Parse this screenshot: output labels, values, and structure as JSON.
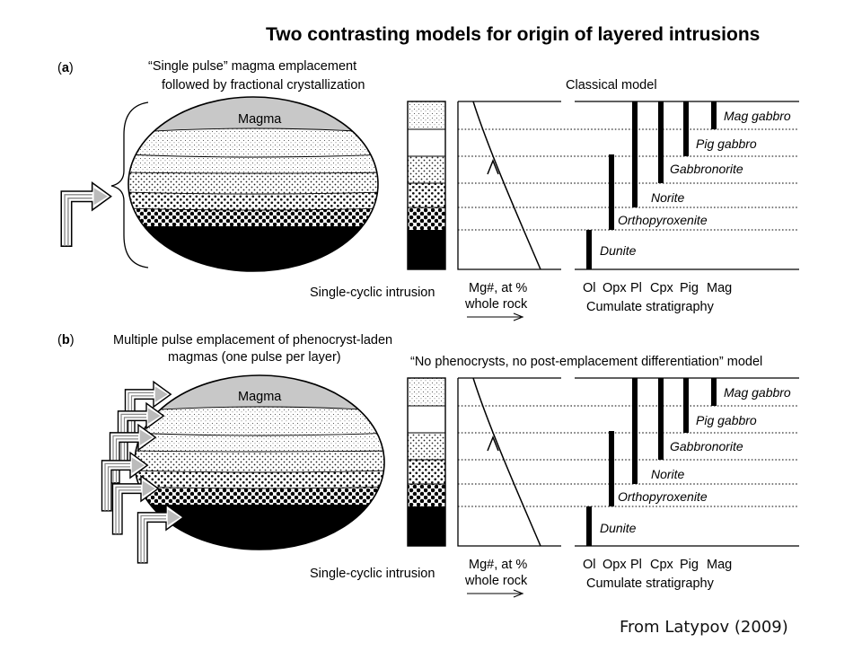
{
  "title": "Two contrasting models for origin of layered intrusions",
  "panels": [
    {
      "id": "(a)",
      "id_letter": "a",
      "caption_lines": [
        "“Single pulse” magma emplacement",
        "followed by fractional crystallization"
      ],
      "model_title": "Classical model",
      "magma_label": "Magma",
      "column_label": "Single-cyclic intrusion",
      "mg_label_lines": [
        "Mg#, at %",
        "whole rock"
      ],
      "rock_labels": [
        "Mag gabbro",
        "Pig gabbro",
        "Gabbronorite",
        "Norite",
        "Orthopyroxenite",
        "Dunite"
      ],
      "minerals": [
        "Ol",
        "Opx",
        "Pl",
        "Cpx",
        "Pig",
        "Mag"
      ],
      "strat_label": "Cumulate stratigraphy",
      "emplacement_pulses": 1
    },
    {
      "id": "(b)",
      "id_letter": "b",
      "caption_lines": [
        "Multiple pulse emplacement of phenocryst-laden",
        "magmas (one pulse per layer)"
      ],
      "model_title": "“No phenocrysts, no post-emplacement differentiation” model",
      "magma_label": "Magma",
      "column_label": "Single-cyclic intrusion",
      "mg_label_lines": [
        "Mg#, at %",
        "whole rock"
      ],
      "rock_labels": [
        "Mag gabbro",
        "Pig gabbro",
        "Gabbronorite",
        "Norite",
        "Orthopyroxenite",
        "Dunite"
      ],
      "minerals": [
        "Ol",
        "Opx",
        "Pl",
        "Cpx",
        "Pig",
        "Mag"
      ],
      "strat_label": "Cumulate stratigraphy",
      "emplacement_pulses": 6
    }
  ],
  "credit": "From Latypov (2009)"
}
